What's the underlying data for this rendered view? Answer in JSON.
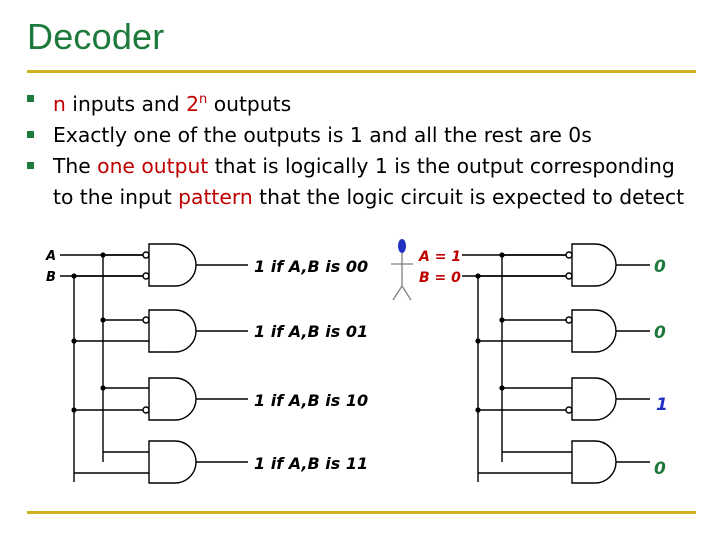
{
  "title": "Decoder",
  "bullets": {
    "b1": {
      "n": "n",
      "mid": " inputs and ",
      "two": "2",
      "sup": "n",
      "end": " outputs"
    },
    "b2": "Exactly one of the outputs is 1 and all the rest are 0s",
    "b3": {
      "pre": "The ",
      "one_output": "one output",
      "mid": " that is logically 1 is the output corresponding to the input ",
      "pattern": "pattern",
      "end": " that the logic circuit is expected to detect"
    }
  },
  "left_circuit": {
    "inputs": [
      "A",
      "B"
    ],
    "outputs": [
      "1 if A,B is 00",
      "1 if A,B is 01",
      "1 if A,B is 10",
      "1 if A,B is 11"
    ]
  },
  "right_circuit": {
    "inputs": [
      "A = 1",
      "B = 0"
    ],
    "outputs": [
      "0",
      "0",
      "1",
      "0"
    ]
  },
  "colors": {
    "title": "#1e7a3c",
    "rule": "#cfb020",
    "highlight": "#c00000",
    "output_green": "#1e7a3c",
    "stick_head": "#2030c0"
  }
}
